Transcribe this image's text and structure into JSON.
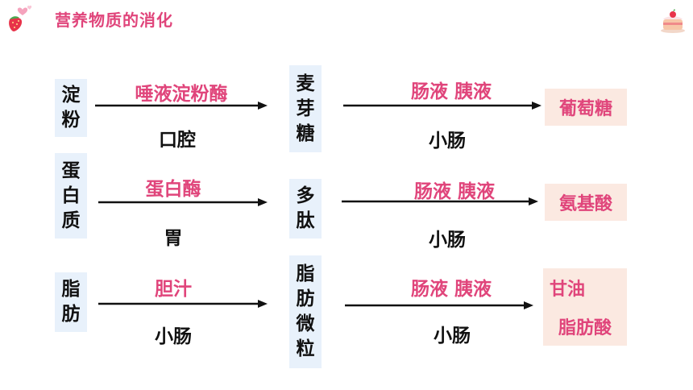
{
  "header": {
    "title": "营养物质的消化"
  },
  "rows": [
    {
      "source": [
        "淀",
        "粉"
      ],
      "enzyme1": "唾液淀粉酶",
      "place1": "口腔",
      "intermediate": [
        "麦",
        "芽",
        "糖"
      ],
      "enzyme2": "肠液 胰液",
      "place2": "小肠",
      "product": [
        "葡萄糖"
      ]
    },
    {
      "source": [
        "蛋",
        "白",
        "质"
      ],
      "enzyme1": "蛋白酶",
      "place1": "胃",
      "intermediate": [
        "多",
        "肽"
      ],
      "enzyme2": "肠液 胰液",
      "place2": "小肠",
      "product": [
        "氨基酸"
      ]
    },
    {
      "source": [
        "脂",
        "肪"
      ],
      "enzyme1": "胆汁",
      "place1": "小肠",
      "intermediate": [
        "脂",
        "肪",
        "微",
        "粒"
      ],
      "enzyme2": "肠液 胰液",
      "place2": "小肠",
      "product": [
        "甘油",
        "脂肪酸"
      ]
    }
  ]
}
